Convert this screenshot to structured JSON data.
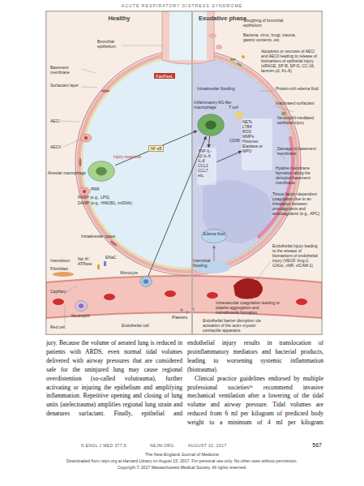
{
  "diagram": {
    "nodes": [
      {
        "text": [
          "Healthy"
        ]
      },
      {
        "text": [
          "Exudative phase"
        ]
      },
      {
        "text": [
          "Alveolar macrophage"
        ],
        "in": 0
      },
      {
        "text": [
          "Inflammatory M1-like macrophage"
        ],
        "in": 1
      },
      {
        "text": [
          "TNF IL-1β IL-6 IL-8 CCL2 CCL7 etc."
        ],
        "in": 1
      },
      {
        "text": [
          "Monocyte"
        ],
        "in": 0
      },
      {
        "text": [
          "Neutrophil"
        ],
        "in": 0
      },
      {
        "text": [
          "NETs",
          "LTB4",
          "ROS",
          "MMPs",
          "Histones",
          "Elastase or MPO"
        ],
        "in": 1
      },
      {
        "text": [
          "Edema fluid"
        ],
        "in": 1
      }
    ],
    "edges": [
      {
        "from": 2,
        "to": 3,
        "label": "NF-κB",
        "arrow": "to"
      },
      {
        "from": 3,
        "to": 4,
        "arrow": "to"
      },
      {
        "from": 5,
        "to": 3,
        "arrow": "to"
      },
      {
        "from": 4,
        "to": 7,
        "arrow": "to"
      }
    ],
    "labels": [
      "ACUTE RESPIRATORY DISTRESS SYNDROME",
      "Bronchial epithelium",
      "Basement membrane",
      "Surfactant layer",
      "AECI",
      "AECII",
      "PRR",
      "PAMP (e.g., LPS)",
      "DAMP (e.g., HMGB1, mtDNA)",
      "Injury response",
      "Intraalveolar space",
      "Interstitium",
      "Fibroblast",
      "Na⁺/K⁺ ATPase",
      "ENaC",
      "Capillary",
      "Red cell",
      "Endothelial cell",
      "Sloughing of bronchial epithelium",
      "Bacteria, virus, fungi, trauma, gastric contents, etc.",
      "Fas/FasL",
      "Apoptosis or necrosis of AECI and AECII leading to release of biomarkers of epithelial injury (sRAGE, SP-B, SP-D, CC-16, laminin-γ2, KL-6)",
      "Intraalveolar flooding",
      "Protein-rich edema fluid",
      "T cell",
      "CD95",
      "Inactivated surfactant",
      "Neutrophil-mediated epithelial injury",
      "Damage to basement membrane",
      "Hyaline membrane formation along the denuded basement membrane",
      "Tissue factor–dependent coagulation due to an imbalance between procoagulants and anticoagulants (e.g., APC)",
      "Interstitial flooding",
      "Endothelial injury leading to the release of biomarkers of endothelial injury (VEGF, Ang-2, GAGs, vWF, sICAM-1)",
      "Intravascular coagulation leading to platelet aggregation and microthrombi formation",
      "Platelets",
      "Endothelial barrier disruption via activation of the actin–myosin contractile apparatus",
      "jury. Because the volume of aerated lung is reduced in patients with ARDS, even normal tidal volumes delivered with airway pressures that are considered safe for the uninjured lung may cause regional overdistention (so-called volutrauma), further activating or injuring the epithelium and amplifying inflammation. Repetitive opening and closing of lung units (atelectrauma) amplifies regional lung strain and denatures surfactant. Finally, epithelial and",
      "endothelial injury results in translocation of proinflammatory mediators and bacterial products, leading to worsening systemic inflammation (biotrauma).",
      "Clinical practice guidelines endorsed by multiple professional societies¹¹ recommend invasive mechanical ventilation after a lowering of the tidal volume and airway pressure. Tidal volumes are reduced from 6 ml per kilogram of predicted body weight to a minimum of 4 ml per kilogram",
      "N ENGL J MED 377;6",
      "NEJM.ORG",
      "AUGUST 10, 2017",
      "567",
      "The New England Journal of Medicine",
      "Downloaded from nejm.org at Harvard Library on August 15, 2017. For personal use only. No other uses without permission.",
      "Copyright © 2017 Massachusetts Medical Society. All rights reserved."
    ]
  }
}
